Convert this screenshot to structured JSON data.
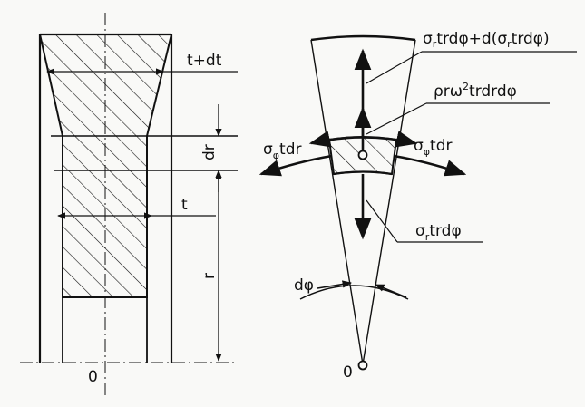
{
  "left_figure": {
    "dim_top": "t+dt",
    "dim_mid": "t",
    "dim_dr": "dr",
    "dim_r": "r",
    "origin": "0"
  },
  "right_figure": {
    "force_outer": "σrtrdφ+d(σrtrdφ)",
    "force_outer_sub_parts": {
      "sigma": "σ",
      "r": "r",
      "a": "trdφ+d(",
      "b": "trdφ)"
    },
    "force_body": "ρrω2trdrdφ",
    "force_body_parts": {
      "a": "ρrω",
      "sup": "2",
      "b": "trdrdφ"
    },
    "force_left": "σφtdr",
    "force_right": "σφtdr",
    "force_inner": "σrtrdφ",
    "angle": "dφ",
    "origin": "0"
  },
  "colors": {
    "ink": "#111111",
    "background": "#f9f9f7"
  }
}
